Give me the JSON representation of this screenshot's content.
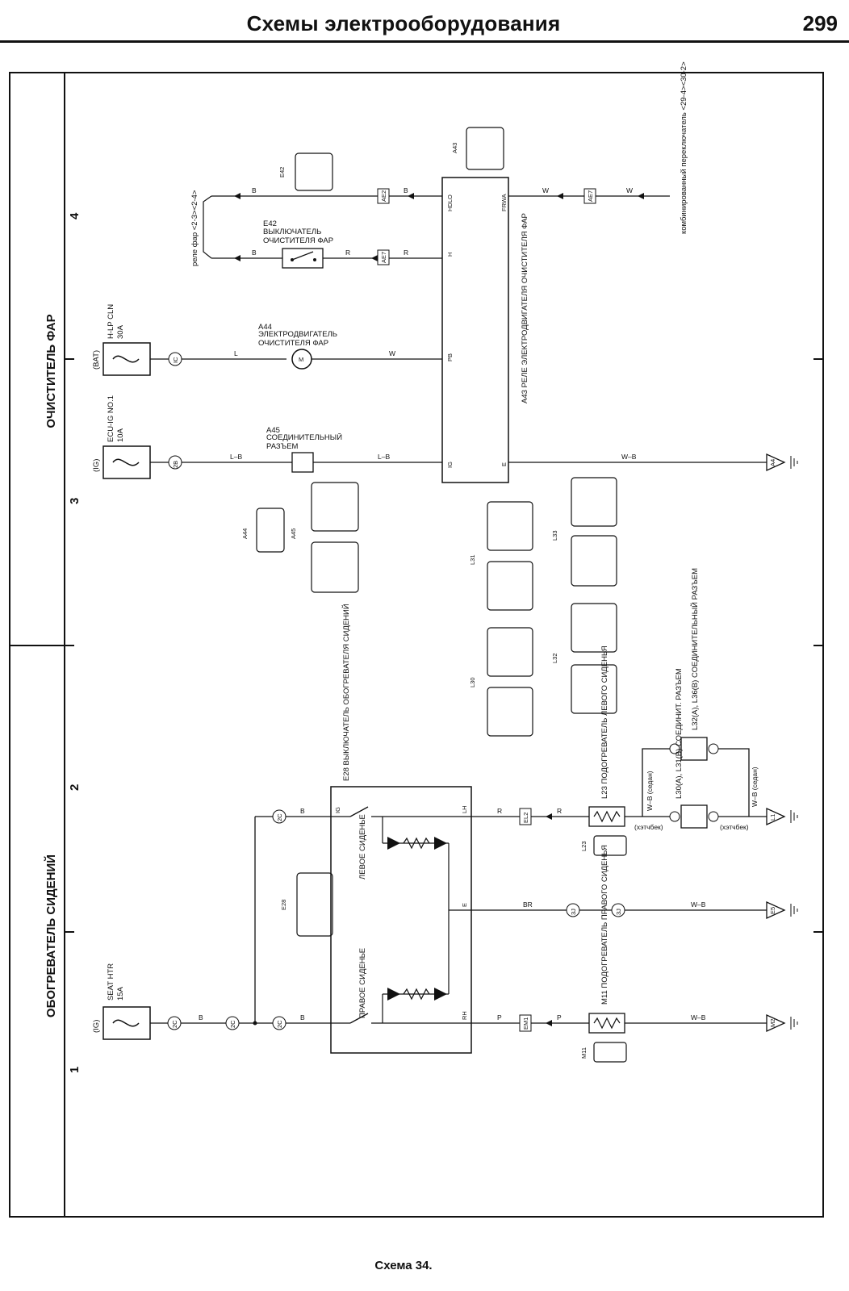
{
  "header": {
    "title": "Схемы электрооборудования",
    "page_number": "299"
  },
  "caption": "Схема 34.",
  "sections": {
    "top": "ОЧИСТИТЕЛЬ ФАР",
    "bottom": "ОБОГРЕВАТЕЛЬ СИДЕНИЙ"
  },
  "grid_numbers": [
    "1",
    "2",
    "3",
    "4"
  ],
  "fuses": {
    "hlp": {
      "supply": "(BAT)",
      "name": "H-LP CLN",
      "rating": "30A"
    },
    "ecu": {
      "supply": "(IG)",
      "name": "ECU-IG NO.1",
      "rating": "10A"
    },
    "seat": {
      "supply": "(IG)",
      "name": "SEAT HTR",
      "rating": "15A"
    }
  },
  "components": {
    "a43_relay": "A43 РЕЛЕ ЭЛЕКТРОДВИГАТЕЛЯ ОЧИСТИТЕЛЯ ФАР",
    "a44_motor_code": "A44",
    "a44_motor_name": "ЭЛЕКТРОДВИГАТЕЛЬ ОЧИСТИТЕЛЯ ФАР",
    "a45_code": "A45",
    "a45_name": "СОЕДИНИТЕЛЬНЫЙ РАЗЪЕМ",
    "e42_code": "E42",
    "e42_name": "ВЫКЛЮЧАТЕЛЬ ОЧИСТИТЕЛЯ ФАР",
    "relay_ref": "реле фар <2-3><2-4>",
    "combo_switch": "комбинированный переключатель <29-4><30-2>",
    "e28": "E28 ВЫКЛЮЧАТЕЛЬ ОБОГРЕВАТЕЛЯ СИДЕНИЙ",
    "left_seat": "ЛЕВОЕ СИДЕНЬЕ",
    "right_seat": "ПРАВОЕ СИДЕНЬЕ",
    "l23_heater": "L23 ПОДОГРЕВАТЕЛЬ ЛЕВОГО СИДЕНЬЯ",
    "m11_heater": "M11 ПОДОГРЕВАТЕЛЬ ПРАВОГО СИДЕНЬЯ",
    "l32_l36": "L32(A), L36(B) СОЕДИНИТЕЛЬНЫЙ РАЗЪЕМ",
    "l30_l31": "L30(A), L31(B) СОЕДИНИТ. РАЗЪЕМ"
  },
  "pins": {
    "a43": [
      "HDLO",
      "H",
      "PB",
      "IG",
      "FRWA",
      "E"
    ],
    "e28": [
      "IG",
      "LH",
      "E",
      "RH"
    ]
  },
  "wire_colors": {
    "b": "B",
    "r": "R",
    "w": "W",
    "l": "L",
    "lb": "L–B",
    "wb": "W–B",
    "br": "BR",
    "p": "P"
  },
  "connector_tags": [
    "AE2",
    "AE7",
    "IC",
    "2B",
    "2C",
    "EL2",
    "EM1",
    "3J",
    "AE7"
  ],
  "grounds": [
    "A4",
    "L1",
    "E5",
    "M2"
  ],
  "body_notes": {
    "sedan": "W–B (седан)",
    "hatch": "(хэтчбек)"
  },
  "connector_views": [
    "E42",
    "A43",
    "A44",
    "A45",
    "L31",
    "L33",
    "L30",
    "L32",
    "E28",
    "L23",
    "M11"
  ]
}
